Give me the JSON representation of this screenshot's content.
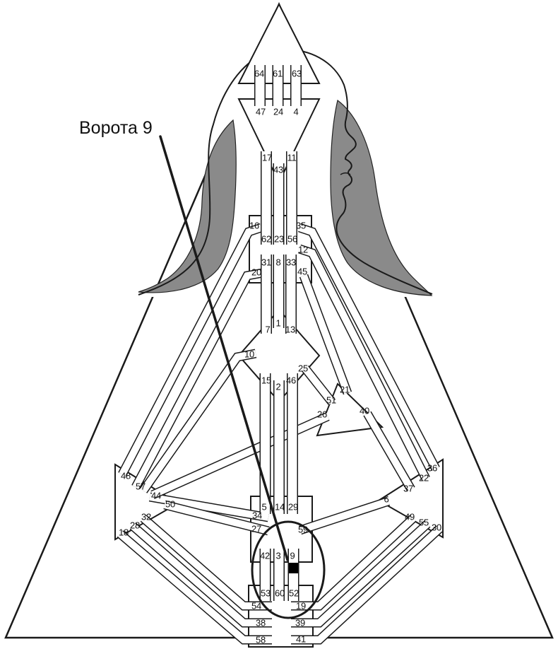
{
  "annotation": {
    "label": "Ворота 9",
    "target_gate": "9"
  },
  "colors": {
    "line": "#1a1a1a",
    "hair_fill": "#8a8a8a",
    "highlight_fill": "#000000",
    "background": "#ffffff"
  },
  "gates": {
    "head": [
      "64",
      "61",
      "63"
    ],
    "ajna": [
      "47",
      "24",
      "4",
      "17",
      "43",
      "11"
    ],
    "throat": [
      "16",
      "35",
      "62",
      "23",
      "56",
      "12",
      "31",
      "8",
      "33",
      "20",
      "45"
    ],
    "g_center": [
      "7",
      "1",
      "13",
      "10",
      "25",
      "15",
      "2",
      "46"
    ],
    "heart": [
      "21",
      "51",
      "26",
      "40"
    ],
    "spleen": [
      "48",
      "57",
      "44",
      "50",
      "32",
      "28",
      "18"
    ],
    "solar_plexus": [
      "36",
      "22",
      "37",
      "6",
      "49",
      "55",
      "30"
    ],
    "sacral": [
      "5",
      "14",
      "29",
      "34",
      "27",
      "59",
      "42",
      "3",
      "9"
    ],
    "root": [
      "53",
      "60",
      "52",
      "54",
      "19",
      "38",
      "39",
      "58",
      "41"
    ]
  }
}
